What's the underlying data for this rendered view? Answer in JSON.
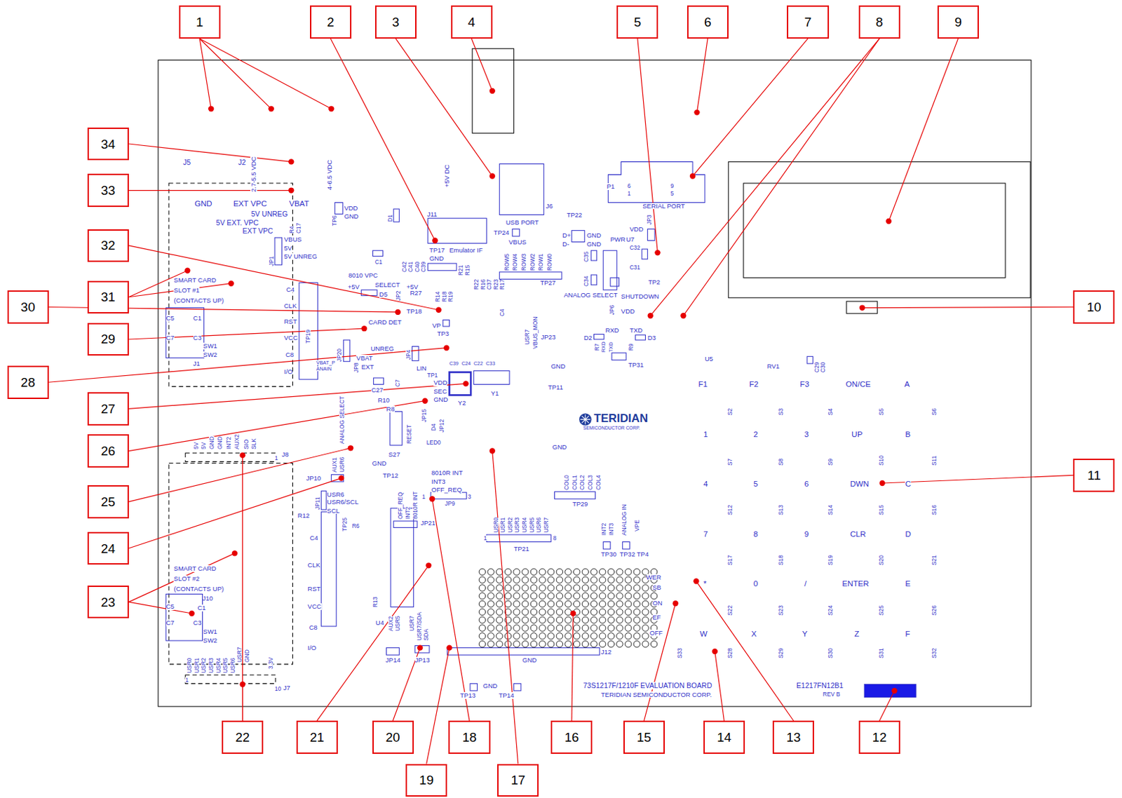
{
  "diagram": {
    "nodes": [
      {
        "text": [
          "1"
        ]
      },
      {
        "text": [
          "2"
        ]
      },
      {
        "text": [
          "3"
        ]
      },
      {
        "text": [
          "4"
        ]
      },
      {
        "text": [
          "5"
        ]
      },
      {
        "text": [
          "6"
        ]
      },
      {
        "text": [
          "7"
        ]
      },
      {
        "text": [
          "8"
        ]
      },
      {
        "text": [
          "9"
        ]
      },
      {
        "text": [
          "10"
        ]
      },
      {
        "text": [
          "11"
        ]
      },
      {
        "text": [
          "12"
        ]
      },
      {
        "text": [
          "13"
        ]
      },
      {
        "text": [
          "14"
        ]
      },
      {
        "text": [
          "15"
        ]
      },
      {
        "text": [
          "16"
        ]
      },
      {
        "text": [
          "17"
        ]
      },
      {
        "text": [
          "18"
        ]
      },
      {
        "text": [
          "19"
        ]
      },
      {
        "text": [
          "20"
        ]
      },
      {
        "text": [
          "21"
        ]
      },
      {
        "text": [
          "22"
        ]
      },
      {
        "text": [
          "23"
        ]
      },
      {
        "text": [
          "24"
        ]
      },
      {
        "text": [
          "25"
        ]
      },
      {
        "text": [
          "26"
        ]
      },
      {
        "text": [
          "27"
        ]
      },
      {
        "text": [
          "28"
        ]
      },
      {
        "text": [
          "29"
        ]
      },
      {
        "text": [
          "30"
        ]
      },
      {
        "text": [
          "31"
        ]
      },
      {
        "text": [
          "32"
        ]
      },
      {
        "text": [
          "33"
        ]
      },
      {
        "text": [
          "34"
        ]
      }
    ],
    "labels": [
      "J5",
      "J2",
      "2.7-5.5 VDC",
      "4-6.5 VDC",
      "GND",
      "EXT VPC",
      "VBAT",
      "5V UNREG",
      "5V EXT. VPC",
      "EXT VPC",
      "R4",
      "C17",
      "VDD",
      "GND",
      "TP6",
      "D1",
      "C1",
      "VBUS",
      "5V",
      "5V UNREG",
      "JP1",
      "+5V DC",
      "J11",
      "USB PORT",
      "J6",
      "TP22",
      "D+",
      "D-",
      "GND",
      "GND",
      "TP24",
      "VBUS",
      "TP17",
      "Emulator IF",
      "GND",
      "P1",
      "6",
      "9",
      "1",
      "5",
      "SERIAL PORT",
      "VDD",
      "PWR",
      "U7",
      "JP3",
      "C32",
      "C31",
      "C35",
      "C34",
      "TP2",
      "ROW5",
      "ROW4",
      "ROW3",
      "ROW2",
      "ROW1",
      "ROW0",
      "TP27",
      "ANALOG SELECT",
      "SHUTDOWN",
      "VDD",
      "JP6",
      "8010 VPC",
      "SELECT",
      "+5V",
      "+5V",
      "C42",
      "C41",
      "C40",
      "C39",
      "JP2",
      "D5",
      "R27",
      "R14",
      "R18",
      "R19",
      "R21",
      "R15",
      "R22",
      "R16",
      "C37",
      "R23",
      "R17",
      "CARD DET",
      "TP18",
      "VP",
      "TP3",
      "C4",
      "USR7",
      "VBUS_MON",
      "JP23",
      "RXD",
      "TXD",
      "D2",
      "D3",
      "R7",
      "RXD",
      "TXD",
      "R9",
      "TP31",
      "GND",
      "TP11",
      "U5",
      "RV1",
      "C29",
      "C30",
      "F1",
      "F2",
      "F3",
      "ON/CE",
      "A",
      "S2",
      "S3",
      "S4",
      "S5",
      "S6",
      "1",
      "2",
      "3",
      "UP",
      "B",
      "S7",
      "S8",
      "S9",
      "S10",
      "S11",
      "4",
      "5",
      "6",
      "DWN",
      "C",
      "S12",
      "S13",
      "S14",
      "S15",
      "S16",
      "7",
      "8",
      "9",
      "CLR",
      "D",
      "S17",
      "S18",
      "S19",
      "S20",
      "S21",
      "*",
      "0",
      "/",
      "ENTER",
      "E",
      "S22",
      "S23",
      "S24",
      "S25",
      "S26",
      "W",
      "X",
      "Y",
      "Z",
      "F",
      "S33",
      "S28",
      "S29",
      "S30",
      "S31",
      "S32",
      "73S1217F/1210F EVALUATION BOARD",
      "TERIDIAN SEMICONDUCTOR CORP.",
      "E1217FN12B1",
      "REV B",
      "GND",
      "TP13",
      "TP14",
      "J12",
      "GND",
      "GND",
      "TERIDIAN",
      "SEMICONDUCTOR CORP.",
      "COL0",
      "COL1",
      "COL2",
      "COL3",
      "COL4",
      "TP29",
      "USR0",
      "USR1",
      "USR2",
      "USR3",
      "USR4",
      "USR5",
      "USR6",
      "USR7",
      "1",
      "8",
      "TP21",
      "INT2",
      "INT3",
      "ANALOG IN",
      "VPE",
      "TP30",
      "TP32",
      "TP4",
      "WER",
      "SB",
      "ON",
      "EF",
      "OFF",
      "TP12",
      "GND",
      "8010R INT",
      "INT3",
      "OFF_REQ",
      "1",
      "3",
      "JP9",
      "OFF_REQ",
      "INT2",
      "8010R INT",
      "JP21",
      "AUX1",
      "USR6",
      "JP10",
      "JP11",
      "USR6",
      "USR6/SCL",
      "SCL",
      "R12",
      "C4",
      "CLK",
      "RST",
      "VCC",
      "C8",
      "I/O",
      "TP25",
      "R6",
      "R13",
      "U4",
      "AUX2",
      "USR5",
      "USR7",
      "USR7/SDA",
      "SDA",
      "JP14",
      "JP13",
      "SMART CARD",
      "SLOT #2",
      "(CONTACTS UP)",
      "J10",
      "C5",
      "C1",
      "C7",
      "C3",
      "SW1",
      "SW2",
      "USR0",
      "USR1",
      "USR2",
      "USR3",
      "USR4",
      "USR5",
      "USR6",
      "USR7",
      "GND",
      "3.3V",
      "1",
      "10",
      "J7",
      "5V",
      "5V",
      "GND",
      "GND",
      "INT2",
      "AUX2",
      "SIO",
      "SLK",
      "1",
      "J8",
      "ANALOG SELECT",
      "SMART CARD",
      "SLOT #1",
      "(CONTACTS UP)",
      "C5",
      "C1",
      "C7",
      "C3",
      "SW1",
      "SW2",
      "J1",
      "C4",
      "CLK",
      "RST",
      "VCC",
      "C8",
      "I/O",
      "TP19",
      "JP20",
      "VBAT_P",
      "ANAIN",
      "JP8",
      "UNREG",
      "VBAT",
      "EXT",
      "JP4",
      "LIN",
      "TP1",
      "VDD",
      "SEC",
      "GND",
      "C27",
      "C7",
      "R10",
      "R8",
      "JP15",
      "JP12",
      "RESET",
      "S27",
      "D4",
      "LED0",
      "Y1",
      "Y2",
      "C39",
      "C24",
      "C22",
      "C33"
    ]
  }
}
